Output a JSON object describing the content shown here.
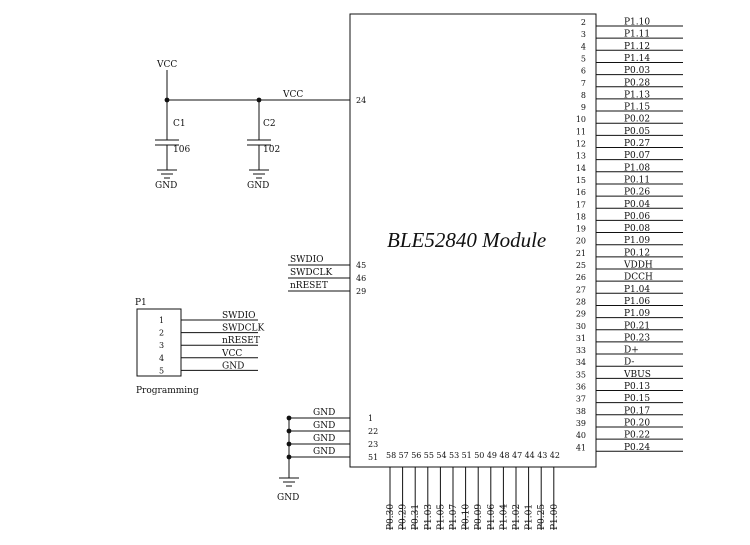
{
  "module": {
    "title": "BLE52840 Module",
    "right_pins": [
      {
        "num": "2",
        "net": "P1.10"
      },
      {
        "num": "3",
        "net": "P1.11"
      },
      {
        "num": "4",
        "net": "P1.12"
      },
      {
        "num": "5",
        "net": "P1.14"
      },
      {
        "num": "6",
        "net": "P0.03"
      },
      {
        "num": "7",
        "net": "P0.28"
      },
      {
        "num": "8",
        "net": "P1.13"
      },
      {
        "num": "9",
        "net": "P1.15"
      },
      {
        "num": "10",
        "net": "P0.02"
      },
      {
        "num": "11",
        "net": "P0.05"
      },
      {
        "num": "12",
        "net": "P0.27"
      },
      {
        "num": "13",
        "net": "P0.07"
      },
      {
        "num": "14",
        "net": "P1.08"
      },
      {
        "num": "15",
        "net": "P0.11"
      },
      {
        "num": "16",
        "net": "P0.26"
      },
      {
        "num": "17",
        "net": "P0.04"
      },
      {
        "num": "18",
        "net": "P0.06"
      },
      {
        "num": "19",
        "net": "P0.08"
      },
      {
        "num": "20",
        "net": "P1.09"
      },
      {
        "num": "21",
        "net": "P0.12"
      },
      {
        "num": "25",
        "net": "VDDH"
      },
      {
        "num": "26",
        "net": "DCCH"
      },
      {
        "num": "27",
        "net": "P1.04"
      },
      {
        "num": "28",
        "net": "P1.06"
      },
      {
        "num": "29",
        "net": "P1.09"
      },
      {
        "num": "30",
        "net": "P0.21"
      },
      {
        "num": "31",
        "net": "P0.23"
      },
      {
        "num": "33",
        "net": "D+"
      },
      {
        "num": "34",
        "net": "D-"
      },
      {
        "num": "35",
        "net": "VBUS"
      },
      {
        "num": "36",
        "net": "P0.13"
      },
      {
        "num": "37",
        "net": "P0.15"
      },
      {
        "num": "38",
        "net": "P0.17"
      },
      {
        "num": "39",
        "net": "P0.20"
      },
      {
        "num": "40",
        "net": "P0.22"
      },
      {
        "num": "41",
        "net": "P0.24"
      }
    ],
    "bottom_pins": [
      {
        "num": "58",
        "net": "P0.30"
      },
      {
        "num": "57",
        "net": "P0.29"
      },
      {
        "num": "56",
        "net": "P0.31"
      },
      {
        "num": "55",
        "net": "P1.03"
      },
      {
        "num": "54",
        "net": "P1.05"
      },
      {
        "num": "53",
        "net": "P1.07"
      },
      {
        "num": "51",
        "net": "P0.10"
      },
      {
        "num": "50",
        "net": "P0.09"
      },
      {
        "num": "49",
        "net": "P1.06"
      },
      {
        "num": "48",
        "net": "P1.04"
      },
      {
        "num": "47",
        "net": "P1.02"
      },
      {
        "num": "44",
        "net": "P1.01"
      },
      {
        "num": "43",
        "net": "P0.25"
      },
      {
        "num": "42",
        "net": "P1.00"
      }
    ],
    "left_pins": [
      {
        "num": "24",
        "net": "VCC"
      },
      {
        "num": "45",
        "net": "SWDIO"
      },
      {
        "num": "46",
        "net": "SWDCLK"
      },
      {
        "num": "29",
        "net": "nRESET"
      },
      {
        "num": "1",
        "net": "GND"
      },
      {
        "num": "22",
        "net": "GND"
      },
      {
        "num": "23",
        "net": "GND"
      },
      {
        "num": "51",
        "net": "GND"
      }
    ]
  },
  "power": {
    "vcc_label": "VCC",
    "gnd_label": "GND",
    "capacitors": [
      {
        "ref": "C1",
        "value": "106"
      },
      {
        "ref": "C2",
        "value": "102"
      }
    ]
  },
  "connector": {
    "ref": "P1",
    "caption": "Programming",
    "pins": [
      {
        "num": "1",
        "net": "SWDIO"
      },
      {
        "num": "2",
        "net": "SWDCLK"
      },
      {
        "num": "3",
        "net": "nRESET"
      },
      {
        "num": "4",
        "net": "VCC"
      },
      {
        "num": "5",
        "net": "GND"
      }
    ]
  }
}
